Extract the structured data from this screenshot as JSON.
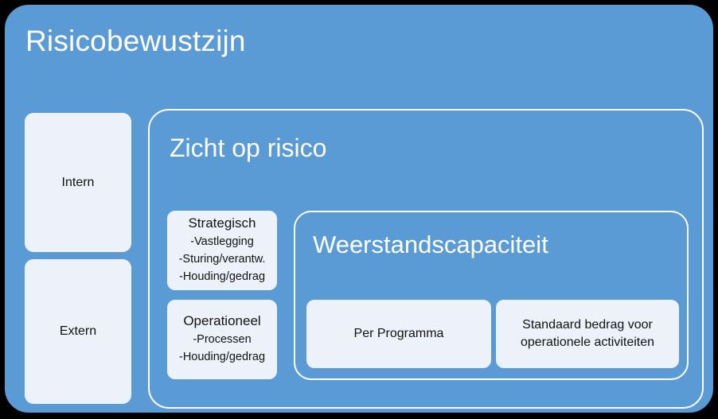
{
  "colors": {
    "panel_blue": "#5B9BD5",
    "card_fill": "#EDF2FA",
    "border_white": "#FFFFFF",
    "text_dark": "#111111",
    "backdrop": "#000000"
  },
  "root": {
    "title": "Risicobewustzijn"
  },
  "left_column": {
    "items": [
      {
        "label": "Intern"
      },
      {
        "label": "Extern"
      }
    ]
  },
  "zicht_op_risico": {
    "title": "Zicht op risico",
    "categories": [
      {
        "heading": "Strategisch",
        "lines": [
          "-Vastlegging",
          "-Sturing/verantw.",
          "-Houding/gedrag"
        ]
      },
      {
        "heading": "Operationeel",
        "lines": [
          "-Processen",
          "-Houding/gedrag"
        ]
      }
    ],
    "weerstandscapaciteit": {
      "title": "Weerstandscapaciteit",
      "cards": [
        {
          "label": "Per Programma",
          "line1": "Per Programma",
          "line2": ""
        },
        {
          "label": "Standaard bedrag voor operationele activiteiten",
          "line1": "Standaard bedrag voor",
          "line2": "operationele activiteiten"
        }
      ]
    }
  }
}
